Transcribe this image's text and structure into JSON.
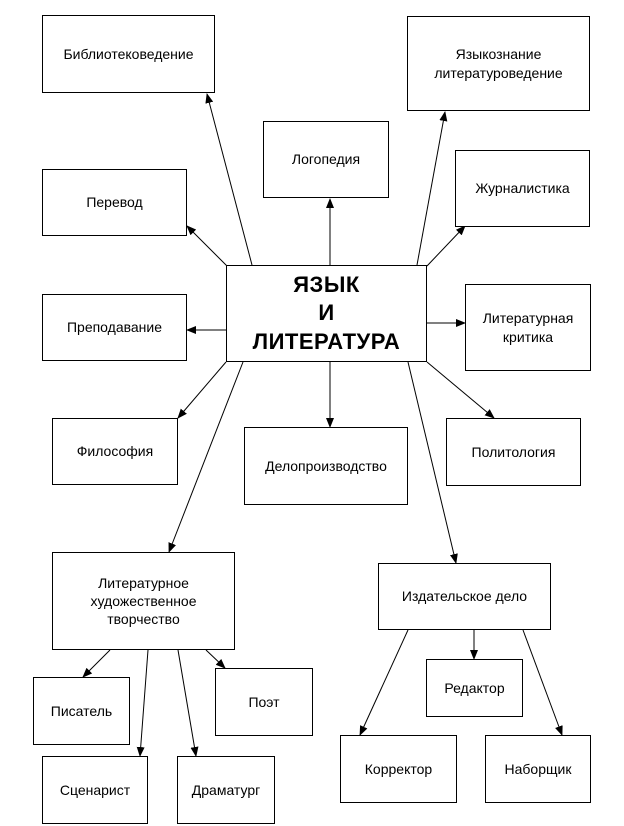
{
  "central": "ЯЗЫК\nИ\nЛИТЕРАТУРА",
  "nodes": {
    "bibliotekovedenie": "Библиотековедение",
    "yazykoznanie": "Языкознание\nлитературоведение",
    "logopediya": "Логопедия",
    "perevod": "Перевод",
    "zhurnalistika": "Журналистика",
    "prepodavanie": "Преподавание",
    "literaturnaya_kritika": "Литературная\nкритика",
    "filosofiya": "Философия",
    "deloproizvodstvo": "Делопроизводство",
    "politologiya": "Политология",
    "lit_tvorchestvo": "Литературное\nхудожественное\nтворчество",
    "izdatelskoe_delo": "Издательское дело",
    "pisatel": "Писатель",
    "poet": "Поэт",
    "scenarist": "Сценарист",
    "dramaturg": "Драматург",
    "redaktor": "Редактор",
    "korrektor": "Корректор",
    "naborshchik": "Наборщик"
  }
}
